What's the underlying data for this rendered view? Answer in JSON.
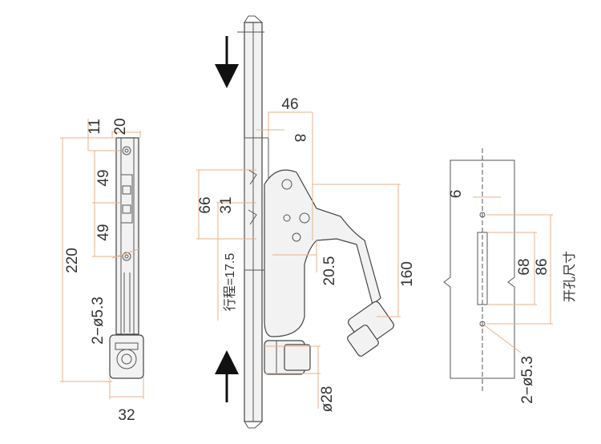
{
  "colors": {
    "dimension_line": "#e8b08a",
    "outline": "#444444",
    "fill": "#f2f2f2",
    "arrow": "#111111"
  },
  "left_view": {
    "dim_20": "20",
    "dim_11": "11",
    "dim_49a": "49",
    "dim_49b": "49",
    "dim_220": "220",
    "dim_hole": "2−ø5.3",
    "dim_32": "32"
  },
  "middle_view": {
    "dim_46": "46",
    "dim_8": "8",
    "dim_66": "66",
    "dim_31": "31",
    "stroke_label": "行程=17.5",
    "dim_20_5": "20.5",
    "dim_160": "160",
    "dim_dia28": "ø28"
  },
  "right_view": {
    "dim_6": "6",
    "dim_68": "68",
    "dim_86": "86",
    "cutout_label": "开孔尺寸",
    "dim_hole": "2−ø5.3"
  }
}
